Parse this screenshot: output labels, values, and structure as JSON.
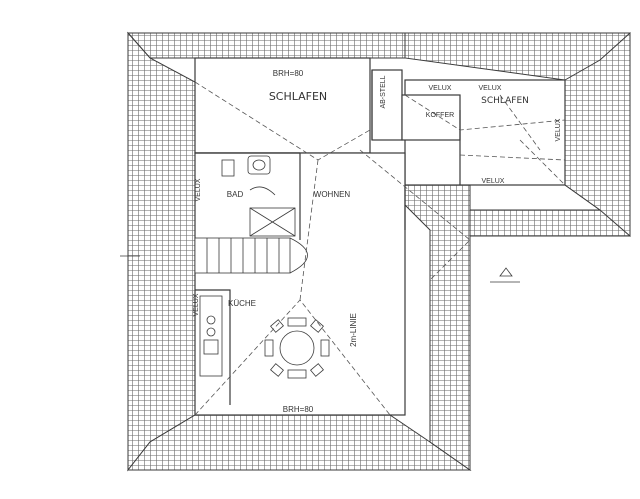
{
  "labels": {
    "brh_top": "BRH=80",
    "schlafen_main": "SCHLAFEN",
    "abstell": "AB-STELL",
    "velux_1": "VELUX",
    "velux_2": "VELUX",
    "schlafen_right": "SCHLAFEN",
    "koffer": "KOFFER",
    "velux_right": "VELUX",
    "velux_bottom": "VELUX",
    "velux_bad": "VELUX",
    "bad": "BAD",
    "wohnen": "WOHNEN",
    "velux_kueche": "VELUX",
    "kueche": "KÜCHE",
    "linie": "2m-LINIE",
    "brh_bottom": "BRH=80"
  },
  "colors": {
    "line": "#3a3a3a",
    "hatch": "#6a6a6a",
    "paper": "#ffffff"
  }
}
